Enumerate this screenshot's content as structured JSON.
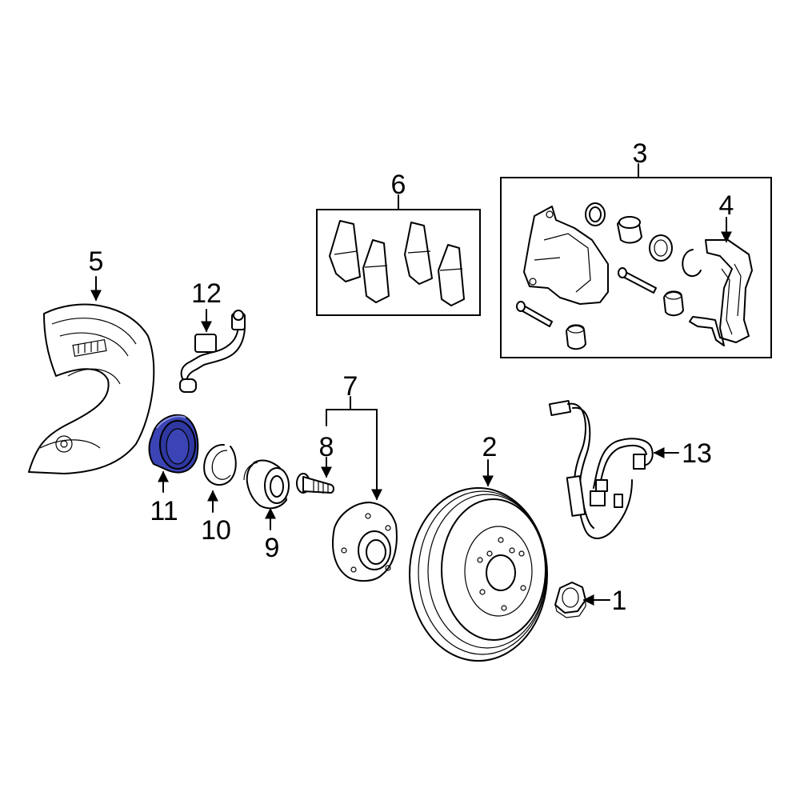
{
  "callouts": {
    "c1": "1",
    "c2": "2",
    "c3": "3",
    "c4": "4",
    "c5": "5",
    "c6": "6",
    "c7": "7",
    "c8": "8",
    "c9": "9",
    "c10": "10",
    "c11": "11",
    "c12": "12",
    "c13": "13"
  },
  "colors": {
    "highlight": "#3a44b4",
    "line": "#000000"
  }
}
